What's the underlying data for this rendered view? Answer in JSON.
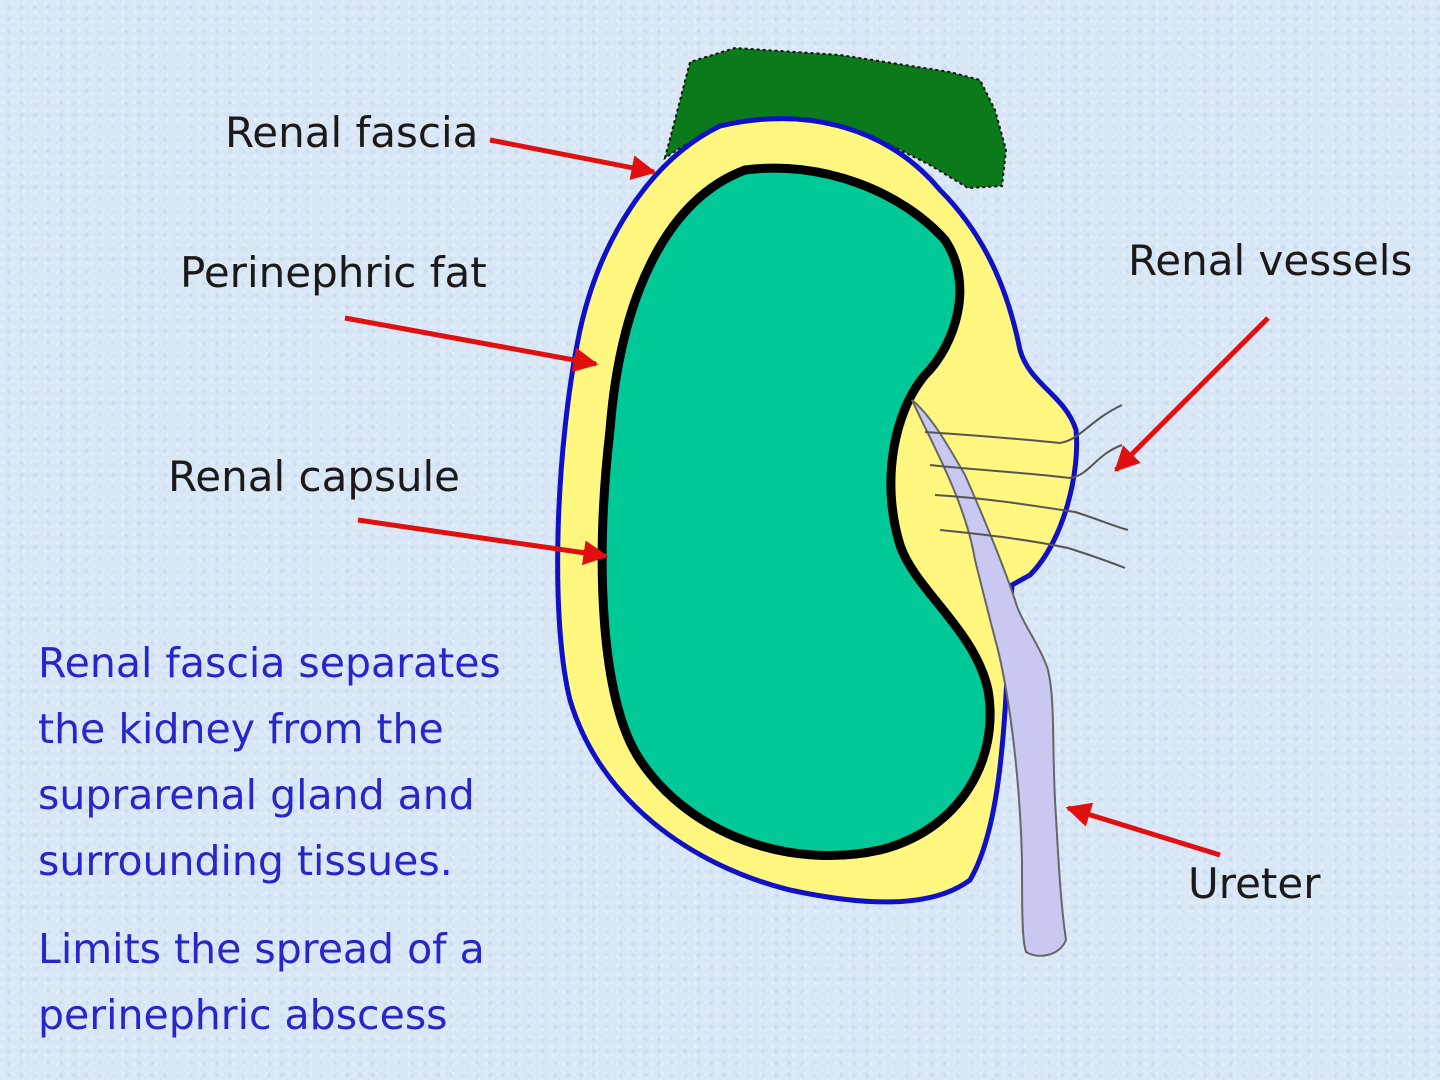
{
  "labels": {
    "renal_fascia": "Renal fascia",
    "perinephric_fat": "Perinephric fat",
    "renal_capsule": "Renal capsule",
    "renal_vessels": "Renal vessels",
    "ureter": "Ureter"
  },
  "note": {
    "paragraph_1": [
      "Renal fascia separates",
      "the kidney from the",
      "suprarenal gland and",
      "surrounding tissues."
    ],
    "paragraph_2": [
      "Limits the spread of a",
      "perinephric abscess"
    ]
  },
  "colors": {
    "background": "#d8e6f6",
    "renal_fascia_line": "#1010c8",
    "perinephric_fat": "#fff780",
    "kidney": "#00c896",
    "capsule_line": "#000000",
    "suprarenal_gland": "#0a7a1a",
    "ureter": "#c8c8f0",
    "arrow": "#e01010",
    "note_text": "#2727c9"
  }
}
